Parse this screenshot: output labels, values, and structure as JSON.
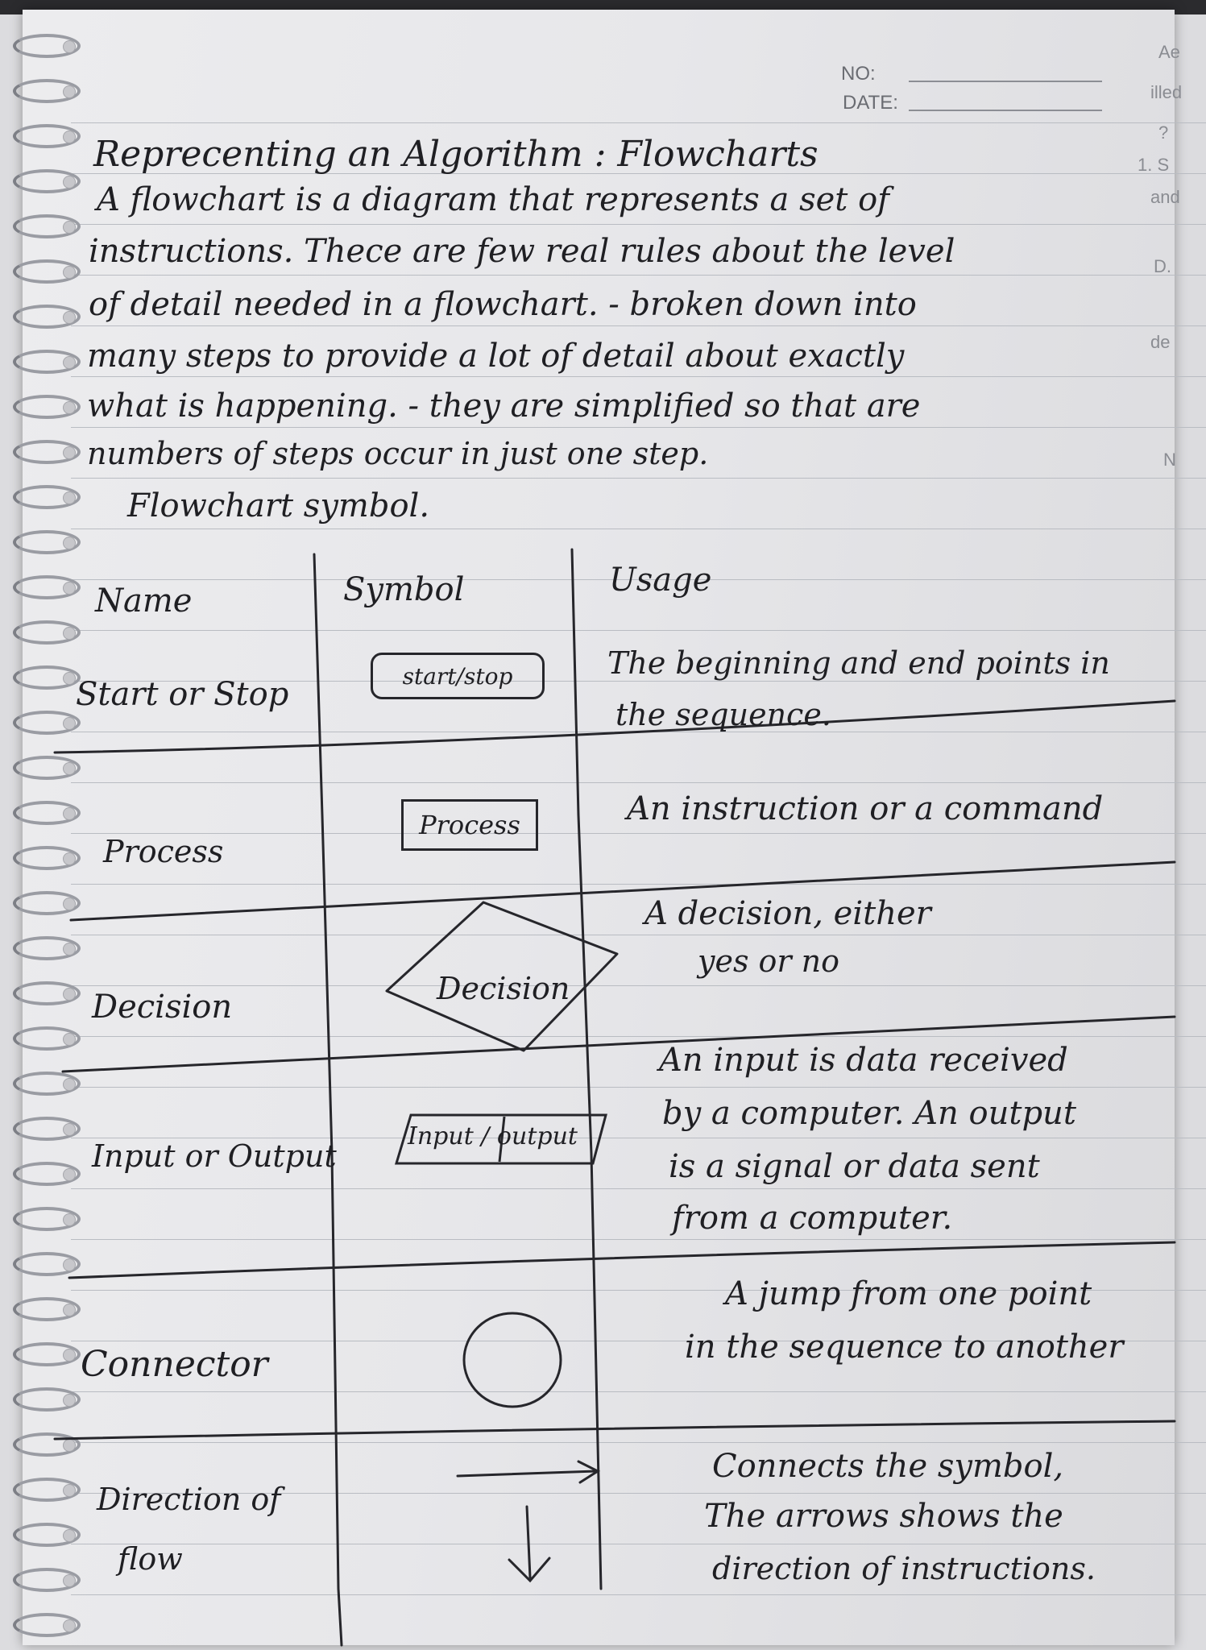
{
  "header": {
    "no_label": "NO:",
    "date_label": "DATE:"
  },
  "margin_fragments": [
    "Ae",
    "illed",
    "?",
    "1. S",
    "and",
    "D.",
    "de",
    "N"
  ],
  "title": "Reprecenting an Algorithm : Flowcharts",
  "paragraph_lines": [
    "A flowchart is a diagram that represents a set of",
    "instructions. Thece are few real rules about the level",
    "of detail needed in a flowchart. - broken down into",
    "many steps to provide a lot of detail about exactly",
    "what is happening. - they are simplified so that are",
    "numbers of steps occur in just one step."
  ],
  "subheading": "Flowchart symbol.",
  "table": {
    "headers": [
      "Name",
      "Symbol",
      "Usage"
    ],
    "rows": [
      {
        "name": [
          "Start or Stop"
        ],
        "symbol_type": "terminator",
        "symbol_label": "start/stop",
        "usage": [
          "The beginning and end points in",
          "the sequence."
        ]
      },
      {
        "name": [
          "Process"
        ],
        "symbol_type": "process",
        "symbol_label": "Process",
        "usage": [
          "An instruction or a command"
        ]
      },
      {
        "name": [
          "Decision"
        ],
        "symbol_type": "decision",
        "symbol_label": "Decision",
        "usage": [
          "A decision, either",
          "yes or no"
        ]
      },
      {
        "name": [
          "Input or Output"
        ],
        "symbol_type": "parallelogram",
        "symbol_label": "Input / output",
        "usage": [
          "An input is data received",
          "by a computer. An output",
          "is a signal or data sent",
          "from a computer."
        ]
      },
      {
        "name": [
          "Connector"
        ],
        "symbol_type": "circle",
        "symbol_label": "",
        "usage": [
          "A jump from one point",
          "in the sequence to another"
        ]
      },
      {
        "name": [
          "Direction of",
          "flow"
        ],
        "symbol_type": "arrows",
        "symbol_label": "",
        "usage": [
          "Connects the symbol,",
          "The arrows shows the",
          "direction of instructions."
        ]
      }
    ]
  },
  "colors": {
    "ink": "#1f1f23",
    "paper": "#ececee",
    "rule": "#b9bcc2",
    "print": "#6a6c72"
  }
}
